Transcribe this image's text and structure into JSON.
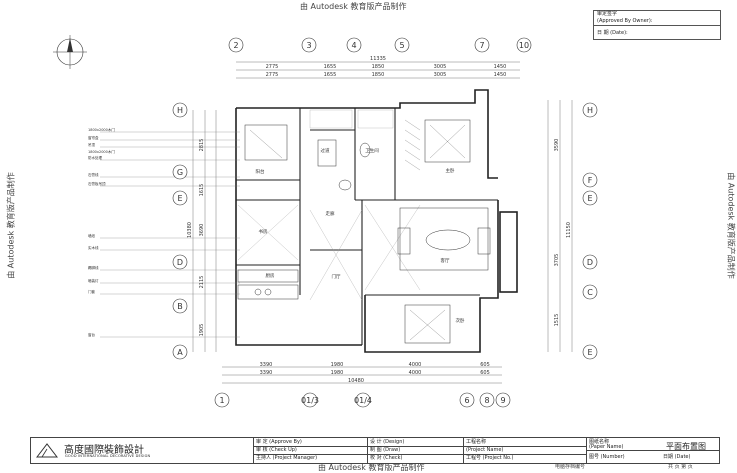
{
  "watermark": "由 Autodesk 教育版产品制作",
  "approval": {
    "approved_by": "审定签字",
    "approved_by_en": "(Approved By Owner):",
    "date": "日 期 (Date):"
  },
  "grid": {
    "top": [
      "2",
      "3",
      "4",
      "5",
      "7",
      "10"
    ],
    "bottom": [
      "1",
      "01/3",
      "01/4",
      "6",
      "8",
      "9"
    ],
    "left": [
      "H",
      "G",
      "E",
      "D",
      "B",
      "A"
    ],
    "right": [
      "H",
      "F",
      "E",
      "D",
      "C",
      "E"
    ]
  },
  "dims": {
    "top_overall": "11335",
    "top_row1": [
      "2775",
      "1655",
      "1850",
      "3005",
      "1450"
    ],
    "top_row2": [
      "2775",
      "1655",
      "1850",
      "3005",
      "1450"
    ],
    "bottom_row1": [
      "3390",
      "1980",
      "4000",
      "605"
    ],
    "bottom_row2": [
      "3390",
      "1980",
      "4000",
      "605"
    ],
    "bottom_overall": "10480",
    "left_col": [
      "2815",
      "1615",
      "3690",
      "2115",
      "1905"
    ],
    "left_outer": "10380",
    "right_col": [
      "3590",
      "3705",
      "1515"
    ],
    "right_outer": "11150"
  },
  "rooms": {
    "kitchen": "厨房",
    "living": "客厅",
    "bedroom": "主卧",
    "bedroom2": "次卧",
    "bath": "卫生间",
    "corridor": "过道",
    "entry": "门厅",
    "study": "书房",
    "hall": "走廊",
    "balcony": "阳台"
  },
  "left_notes": [
    "1800x2000木门",
    "窗帘盒",
    "吊顶",
    "1800x2000木门",
    "防水处理",
    "石膏线",
    "石膏板吊顶",
    "墙纸",
    "实木线",
    "踢脚线",
    "暗装灯",
    "门套",
    "窗台"
  ],
  "title_block": {
    "company": "高度國際裝飾設計",
    "company_en": "GOOD INTERNATIONAL DECORATIVE DESIGN",
    "approve_by": "审 定 (Approve By)",
    "check_by": "审 核 (Check Up)",
    "pm": "主持人 (Project Manager)",
    "design": "设 计 (Design)",
    "draw": "制 图 (Draw)",
    "check": "校 对 (Check)",
    "project_name": "工程名称",
    "project_name_en": "(Project Name)",
    "project_no": "工程号 (Project No.)",
    "paper_name": "图纸名称",
    "paper_name_en": "(Paper Name)",
    "paper_no": "图号 (Number)",
    "date": "日期 (Date)",
    "title": "平面布置图",
    "footer_pages": "共 页   第 页",
    "footer_code": "电脑存档编号"
  }
}
